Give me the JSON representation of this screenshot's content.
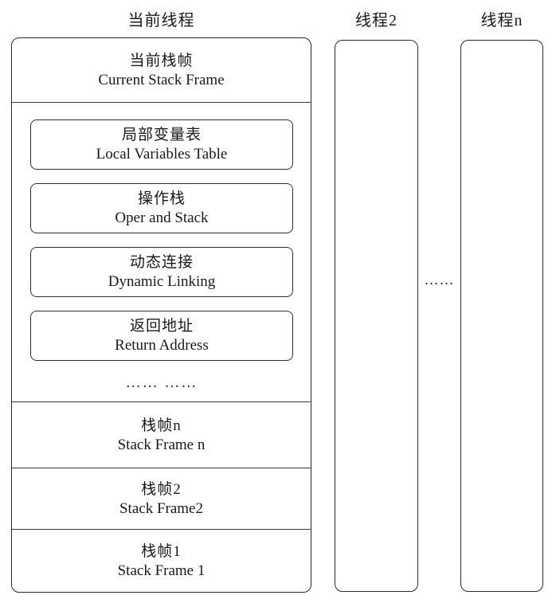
{
  "diagram": {
    "thread1": {
      "title": "当前线程",
      "current_frame": {
        "zh": "当前栈帧",
        "en": "Current Stack Frame"
      },
      "frame_parts": [
        {
          "zh": "局部变量表",
          "en": "Local Variables Table"
        },
        {
          "zh": "操作栈",
          "en": "Oper and Stack"
        },
        {
          "zh": "动态连接",
          "en": "Dynamic Linking"
        },
        {
          "zh": "返回地址",
          "en": "Return Address"
        }
      ],
      "frame_ellipsis": "…… ……",
      "stack_frames": [
        {
          "zh": "栈帧n",
          "en": "Stack Frame n"
        },
        {
          "zh": "栈帧2",
          "en": "Stack Frame2"
        },
        {
          "zh": "栈帧1",
          "en": "Stack Frame 1"
        }
      ]
    },
    "thread2": {
      "title": "线程2"
    },
    "threadN": {
      "title": "线程n"
    },
    "between_columns_ellipsis": "……",
    "colors": {
      "background": "#ffffff",
      "border": "#2b2b2b",
      "text": "#1a1a1a"
    }
  }
}
